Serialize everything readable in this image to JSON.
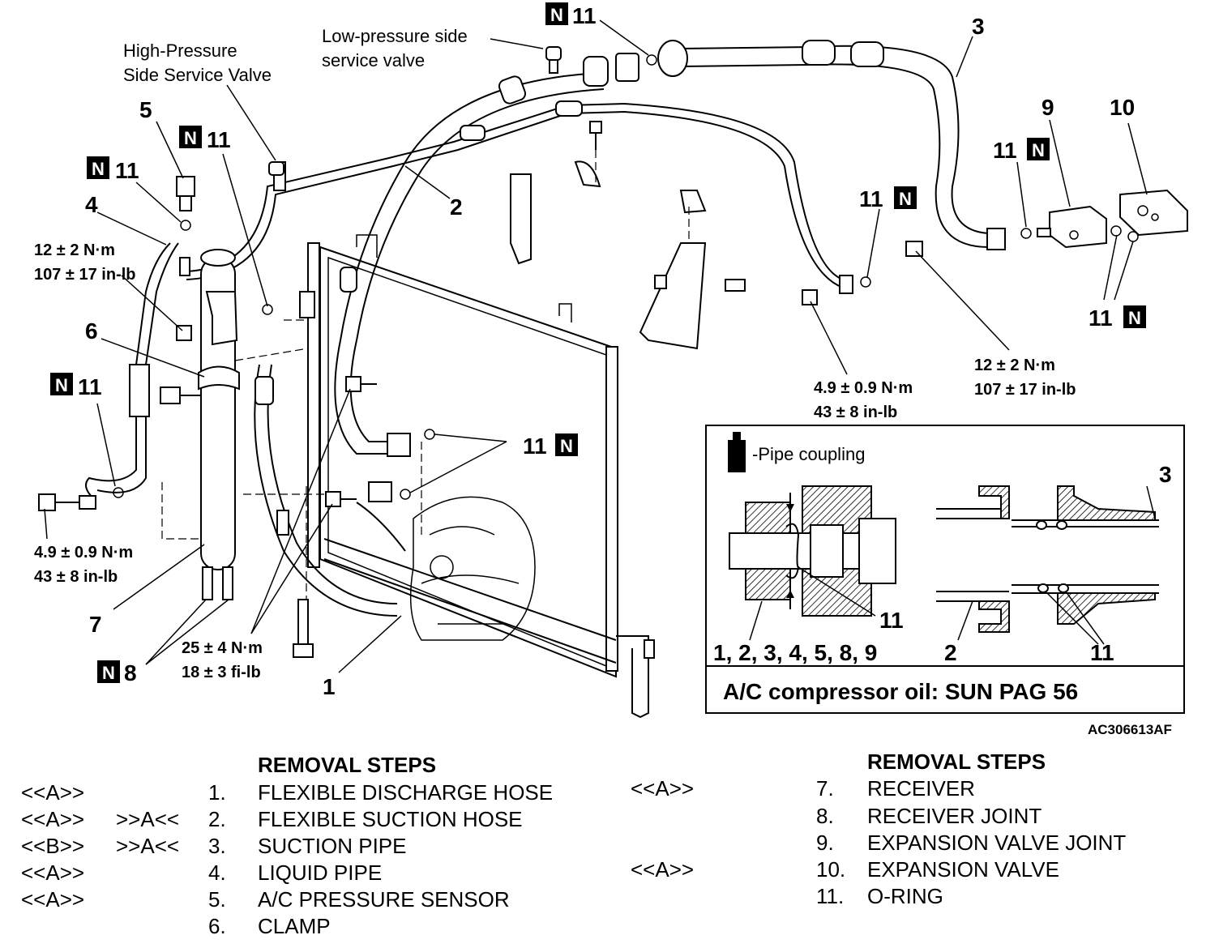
{
  "callouts": {
    "hp_valve_line1": "High-Pressure",
    "hp_valve_line2": "Side Service Valve",
    "lp_valve_line1": "Low-pressure side",
    "lp_valve_line2": "service valve",
    "part_1": "1",
    "part_2": "2",
    "part_3": "3",
    "part_4": "4",
    "part_5": "5",
    "part_6": "6",
    "part_7": "7",
    "part_8": "8",
    "part_9": "9",
    "part_10": "10",
    "oring_11": "11",
    "new_badge": "N"
  },
  "torques": {
    "t_liquid_a": "12 ± 2 N·m",
    "t_liquid_b": "107 ± 17 in-lb",
    "t_left_a": "4.9 ± 0.9 N·m",
    "t_left_b": "43 ± 8 in-lb",
    "t_bolt_a": "25 ± 4 N·m",
    "t_bolt_b": "18 ± 3 fi-lb",
    "t_mid_a": "4.9 ± 0.9 N·m",
    "t_mid_b": "43 ± 8 in-lb",
    "t_right_a": "12 ± 2 N·m",
    "t_right_b": "107 ± 17 in-lb"
  },
  "detail": {
    "coupling_label": "-Pipe coupling",
    "parts_label": "1, 2, 3, 4, 5, 8, 9",
    "label_2": "2",
    "label_3": "3",
    "label_11a": "11",
    "label_11b": "11",
    "oil_spec": "A/C compressor oil:  SUN PAG 56"
  },
  "figure_code": "AC306613AF",
  "removal_steps": {
    "title": "REMOVAL STEPS",
    "left": [
      {
        "mark1": "<<A>>",
        "mark2": "",
        "num": "1.",
        "name": "FLEXIBLE DISCHARGE HOSE"
      },
      {
        "mark1": "<<A>>",
        "mark2": ">>A<<",
        "num": "2.",
        "name": "FLEXIBLE SUCTION HOSE"
      },
      {
        "mark1": "<<B>>",
        "mark2": ">>A<<",
        "num": "3.",
        "name": "SUCTION PIPE"
      },
      {
        "mark1": "<<A>>",
        "mark2": "",
        "num": "4.",
        "name": "LIQUID PIPE"
      },
      {
        "mark1": "<<A>>",
        "mark2": "",
        "num": "5.",
        "name": "A/C PRESSURE SENSOR"
      },
      {
        "mark1": "",
        "mark2": "",
        "num": "6.",
        "name": "CLAMP"
      }
    ],
    "right": [
      {
        "mark1": "<<A>>",
        "num": "7.",
        "name": "RECEIVER"
      },
      {
        "mark1": "",
        "num": "8.",
        "name": "RECEIVER JOINT"
      },
      {
        "mark1": "",
        "num": "9.",
        "name": "EXPANSION VALVE JOINT"
      },
      {
        "mark1": "<<A>>",
        "num": "10.",
        "name": "EXPANSION VALVE"
      },
      {
        "mark1": "",
        "num": "11.",
        "name": "O-RING"
      }
    ]
  }
}
